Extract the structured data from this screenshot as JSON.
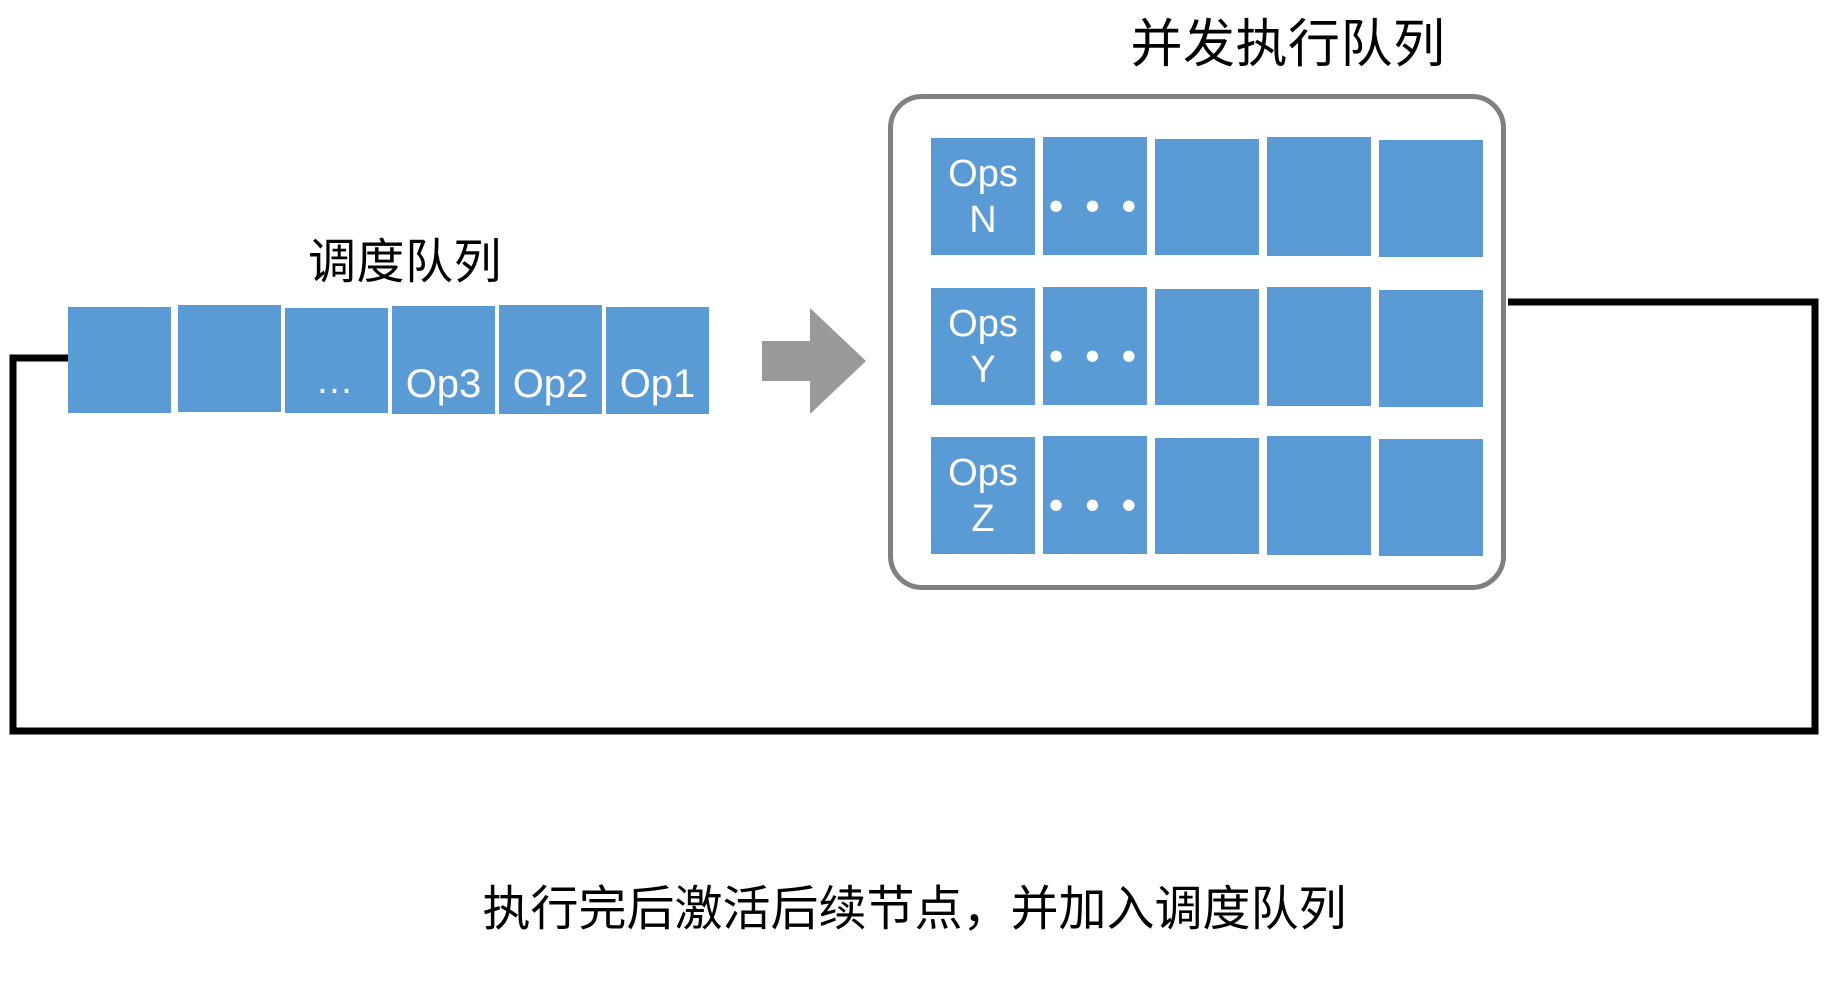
{
  "diagram": {
    "titles": {
      "schedule_queue": "调度队列",
      "concurrent_queue": "并发执行队列"
    },
    "caption": "执行完后激活后续节点，并加入调度队列",
    "colors": {
      "block_blue": "#5B9BD5",
      "container_border": "#808080",
      "arrow_gray": "#999999",
      "loop_black": "#000000",
      "text_white": "#FFFFFF",
      "text_black": "#000000"
    },
    "schedule_queue": {
      "name": "调度队列",
      "blocks": [
        {
          "label": "",
          "ellipsis": false
        },
        {
          "label": "",
          "ellipsis": false
        },
        {
          "label": "…",
          "ellipsis": true
        },
        {
          "label": "Op3",
          "ellipsis": false
        },
        {
          "label": "Op2",
          "ellipsis": false
        },
        {
          "label": "Op1",
          "ellipsis": false
        }
      ]
    },
    "concurrent_queue": {
      "name": "并发执行队列",
      "rows": [
        {
          "row_label": "Ops\nN",
          "blocks": [
            {
              "label": "Ops\nN",
              "ellipsis": false
            },
            {
              "label": "• • •",
              "ellipsis": true
            },
            {
              "label": "",
              "ellipsis": false
            },
            {
              "label": "",
              "ellipsis": false
            },
            {
              "label": "",
              "ellipsis": false
            }
          ]
        },
        {
          "row_label": "Ops\nY",
          "blocks": [
            {
              "label": "Ops\nY",
              "ellipsis": false
            },
            {
              "label": "• • •",
              "ellipsis": true
            },
            {
              "label": "",
              "ellipsis": false
            },
            {
              "label": "",
              "ellipsis": false
            },
            {
              "label": "",
              "ellipsis": false
            }
          ]
        },
        {
          "row_label": "Ops\nZ",
          "blocks": [
            {
              "label": "Ops\nZ",
              "ellipsis": false
            },
            {
              "label": "• • •",
              "ellipsis": true
            },
            {
              "label": "",
              "ellipsis": false
            },
            {
              "label": "",
              "ellipsis": false
            },
            {
              "label": "",
              "ellipsis": false
            }
          ]
        }
      ]
    },
    "connectors": {
      "transfer_arrow": "transfer-arrow-right",
      "feedback_loop": "feedback-loop-arrow"
    }
  }
}
